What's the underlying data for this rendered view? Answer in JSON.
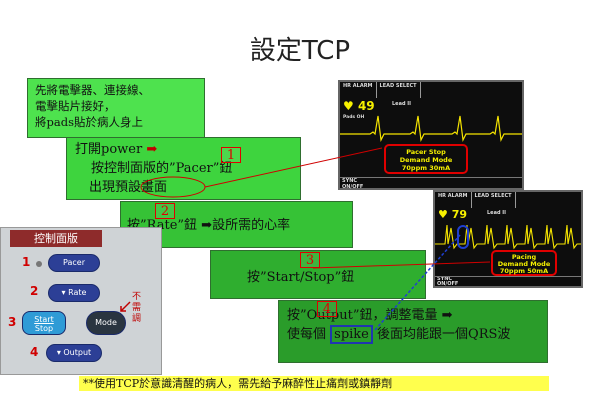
{
  "title": "設定TCP",
  "box1": {
    "line1": "先將電擊器、連接線、",
    "line2": "電擊貼片接好，",
    "line3": "將pads貼於病人身上"
  },
  "box2": {
    "line1": "打開power",
    "arrow": "➡",
    "line2": "按控制面版的”Pacer”鈕",
    "line3": "出現預設畫面",
    "num": "1"
  },
  "box3": {
    "text": "按”Rate”鈕 ➡設所需的心率",
    "num": "2"
  },
  "box4": {
    "text": "按”Start/Stop”鈕",
    "num": "3"
  },
  "box5": {
    "line1": "按”Output”鈕，調整電量 ➡",
    "line2_a": "使每個",
    "line2_b": "spike",
    "line2_c": "後面均能跟一個QRS波",
    "num": "4"
  },
  "monitor1": {
    "alarm": "HR ALARM",
    "lead_select": "LEAD SELECT",
    "lead": "Lead II",
    "hr": "49",
    "pads": "Pads OH",
    "callout_1": "Pacer Stop",
    "callout_2": "Demand Mode",
    "callout_3": "70ppm  30mA",
    "sync": "SYNC ON/OFF"
  },
  "monitor2": {
    "alarm": "HR ALARM",
    "lead_select": "LEAD SELECT",
    "lead": "Lead II",
    "hr": "79",
    "callout_1": "Pacing",
    "callout_2": "Demand Mode",
    "callout_3": "70ppm  50mA",
    "sync": "SYNC ON/OFF"
  },
  "panel": {
    "title": "控制面版",
    "pacer": "Pacer",
    "rate": "Rate",
    "start_1": "Start",
    "start_2": "Stop",
    "mode": "Mode",
    "output": "Output",
    "n1": "1",
    "n2": "2",
    "n3": "3",
    "n4": "4",
    "side_note_1": "不",
    "side_note_2": "需",
    "side_note_3": "調"
  },
  "note": "**使用TCP於意識清醒的病人，需先給予麻醉性止痛劑或鎮靜劑"
}
